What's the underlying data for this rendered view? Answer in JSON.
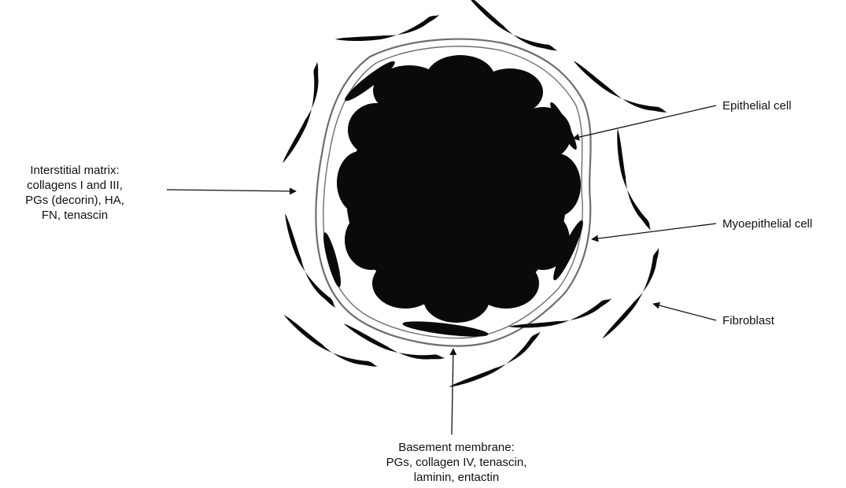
{
  "colors": {
    "cell": "#0a0a0a",
    "membrane": "#6e6e6e",
    "arrow": "#111111",
    "background": "#ffffff"
  },
  "labels": {
    "interstitial_matrix": [
      "Interstitial matrix:",
      "collagens I and III,",
      "PGs (decorin), HA,",
      "FN, tenascin"
    ],
    "epithelial_cell": "Epithelial cell",
    "myoepithelial_cell": "Myoepithelial cell",
    "fibroblast": "Fibroblast",
    "basement_membrane": [
      "Basement membrane:",
      "PGs, collagen IV, tenascin,",
      "laminin, entactin"
    ]
  }
}
